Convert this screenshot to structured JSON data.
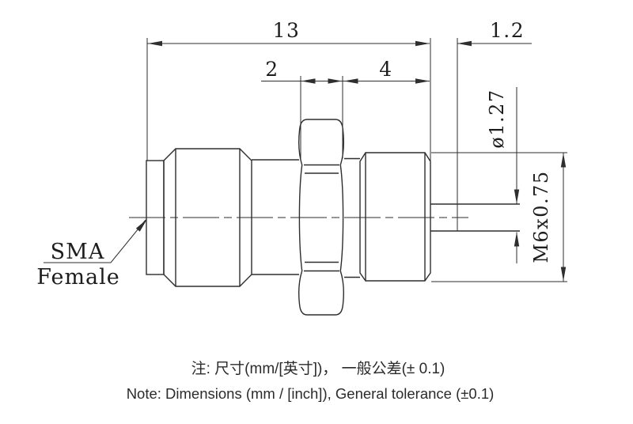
{
  "drawing": {
    "part_label": {
      "line1": "SMA",
      "line2": "Female"
    },
    "dimensions": {
      "overall_length": "13",
      "hex_width": "2",
      "thread_length": "4",
      "tail_length": "1.2",
      "pin_diameter": "ø1.27",
      "thread_spec": "M6x0.75"
    },
    "notes": {
      "zh": "注: 尺寸(mm/[英寸])， 一般公差(± 0.1)",
      "en": "Note: Dimensions (mm / [inch]), General tolerance (±0.1)"
    },
    "colors": {
      "line": "#2e2e2e",
      "text": "#1d1d1d",
      "background": "#ffffff"
    }
  }
}
